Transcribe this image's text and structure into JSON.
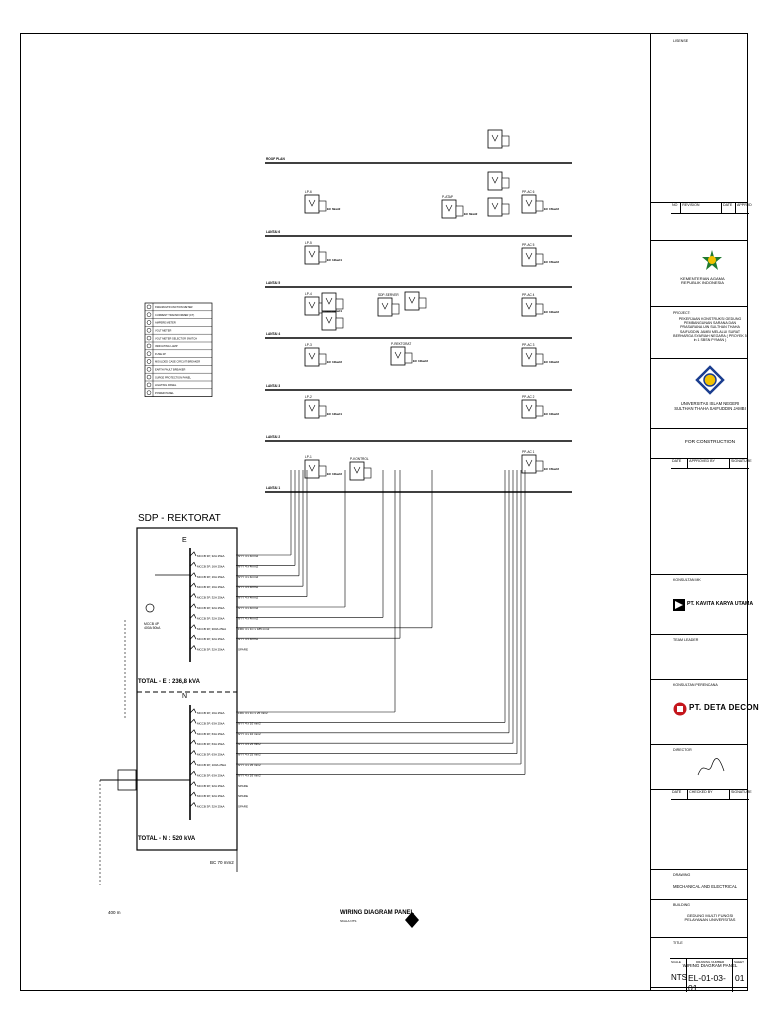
{
  "diagram": {
    "panel_title": "SDP - REKTORAT",
    "phase_e_label": "E",
    "phase_n_label": "N",
    "total_e": "TOTAL - E : 236,8 kVA",
    "total_n": "TOTAL - N : 520 kVA",
    "cable_main": "BC 70 mm2",
    "dim_note": "400 m",
    "drawing_title": "WIRING DIAGRAM PANEL",
    "drawing_subtitle": "SKALA NTS",
    "floor_labels": [
      "ROOF PLAN",
      "LANTAI 6",
      "LANTAI 5",
      "LANTAI 4",
      "LANTAI 3",
      "LANTAI 2",
      "LANTAI 1"
    ],
    "feeders_e": [
      {
        "mccb": "MCCB 3P, 32A 25kA",
        "cable": "NYY 4 x 4mm2"
      },
      {
        "mccb": "MCCB 3P, 16A 25kA",
        "cable": "NYY 4 x 4mm2"
      },
      {
        "mccb": "MCCB 3P, 16A 25kA",
        "cable": "NYY 4 x 4mm2"
      },
      {
        "mccb": "MCCB 3P, 16A 25kA",
        "cable": "NYY 4 x 4mm2"
      },
      {
        "mccb": "MCCB 3P, 32A 25kA",
        "cable": "NYY 4 x 4mm2"
      },
      {
        "mccb": "MCCB 3P, 32A 25kA",
        "cable": "NYY 4 x 4mm2"
      },
      {
        "mccb": "MCCB 3P, 32A 25kA",
        "cable": "NYY 4 x 4mm2"
      },
      {
        "mccb": "MCCB 3P, 300A 25kA",
        "cable": "FRC 4 x 1C x 185 mm2"
      },
      {
        "mccb": "MCCB 3P, 32A 25kA",
        "cable": "NYY 4 x 4mm2"
      },
      {
        "mccb": "MCCB 3P, 32A 25kA",
        "cable": "SPARE"
      }
    ],
    "feeders_n": [
      {
        "mccb": "MCCB 3P, 16A 25kA",
        "cable": "FRC 4 x 1C x 25 mm2"
      },
      {
        "mccb": "MCCB 3P, 63A 25kA",
        "cable": "NYY 4 x 10 mm2"
      },
      {
        "mccb": "MCCB 3P, 63A 25kA",
        "cable": "NYY 4 x 10 mm2"
      },
      {
        "mccb": "MCCB 3P, 63A 25kA",
        "cable": "NYY 4 x 25 mm2"
      },
      {
        "mccb": "MCCB 3P, 63A 25kA",
        "cable": "NYY 4 x 25 mm2"
      },
      {
        "mccb": "MCCB 3P, 100A 25kA",
        "cable": "NYY 4 x 35 mm2"
      },
      {
        "mccb": "MCCB 3P, 63A 25kA",
        "cable": "NYY 4 x 16 mm2"
      },
      {
        "mccb": "MCCB 3P, 32A 25kA",
        "cable": "SPARE"
      },
      {
        "mccb": "MCCB 3P, 32A 25kA",
        "cable": "SPARE"
      },
      {
        "mccb": "MCCB 3P, 32A 25kA",
        "cable": "SPARE"
      }
    ],
    "panels": [
      "LP-6",
      "LP-5",
      "LP-4",
      "LP-3",
      "LP-2",
      "LP-1",
      "P-KONTROL",
      "SDP-SERVER",
      "P-REKTORAT",
      "P-ATAP",
      "PP-AC 6",
      "PP-AC 5",
      "PP-AC 4",
      "PP-AC 3",
      "PP-AC 2",
      "PP-AC 1"
    ],
    "main_breaker": "MCCB 4P 400A 50kA",
    "legend": [
      "KWH/MULTIFUNCTION METER",
      "CURRENT TRANSFORMER (CT)",
      "AMPERE METER",
      "VOLT METER",
      "VOLT METER SELECTOR SWITCH",
      "INDICATING LAMP",
      "FUSE 2P",
      "MOULDED CASE CIRCUIT BREAKER",
      "EARTH FAULT BREAKER",
      "SURGE PROTECTION PANEL",
      "LIGHTING PANEL",
      "POWER PANEL"
    ]
  },
  "title_block": {
    "license_label": "LISENSE",
    "revision_headers": [
      "NO",
      "REVISION",
      "DATE",
      "APPRVD"
    ],
    "ministry": "KEMENTERIAN AGAMA REPUBLIK INDONESIA",
    "project_label": "PROJECT:",
    "project_name": "PEKERJAAN KONSTRUKSI GEDUNG PEMBANGUNAN SARANA DAN PRASARANA UIN SULTHAN THAHA SAIFUDDIN JAMBI MELALUI SURAT BERHARGA SYARIAH NEGARA ( PROYEK 5 in 1 SBSN PYMAN )",
    "university": "UNIVERSITAS ISLAM NEGERI SULTHAN THAHA SAIFUDDIN JAMBI",
    "status": "FOR CONSTRUCTION",
    "approval_headers": [
      "DATE",
      "APPROVED BY",
      "SIGNATURE"
    ],
    "consultant_label": "KONSULTAN MK",
    "consultant": "PT. KAVITA KARYA UTAMA",
    "team_leader_label": "TEAM LEADER",
    "designer_label": "KONSULTAN PERENCANA",
    "designer": "PT. DETA DECON",
    "director_label": "DIRECTOR",
    "check_headers": [
      "DATE",
      "CHECKED BY",
      "SIGNATURE"
    ],
    "drawing_label": "DRAWING",
    "discipline": "MECHANICAL AND ELECTRICAL",
    "building_label": "BUILDING",
    "building": "GEDUNG MULTI FUNGSI PELAYANAN UNIVERSITAS",
    "title_label": "TITLE",
    "title": "WIRING DIAGRAM PANEL",
    "scale_label": "SCALE",
    "drawing_no_label": "DRAWING NUMBER",
    "sheet_label": "SHEET",
    "scale": "NTS",
    "drawing_no": "EL-01-03-01",
    "sheet_no": "01"
  },
  "colors": {
    "line": "#000000",
    "deta_red": "#c4161c",
    "kemenag_green": "#1f7a2e",
    "uin_blue": "#1a3d8f"
  }
}
